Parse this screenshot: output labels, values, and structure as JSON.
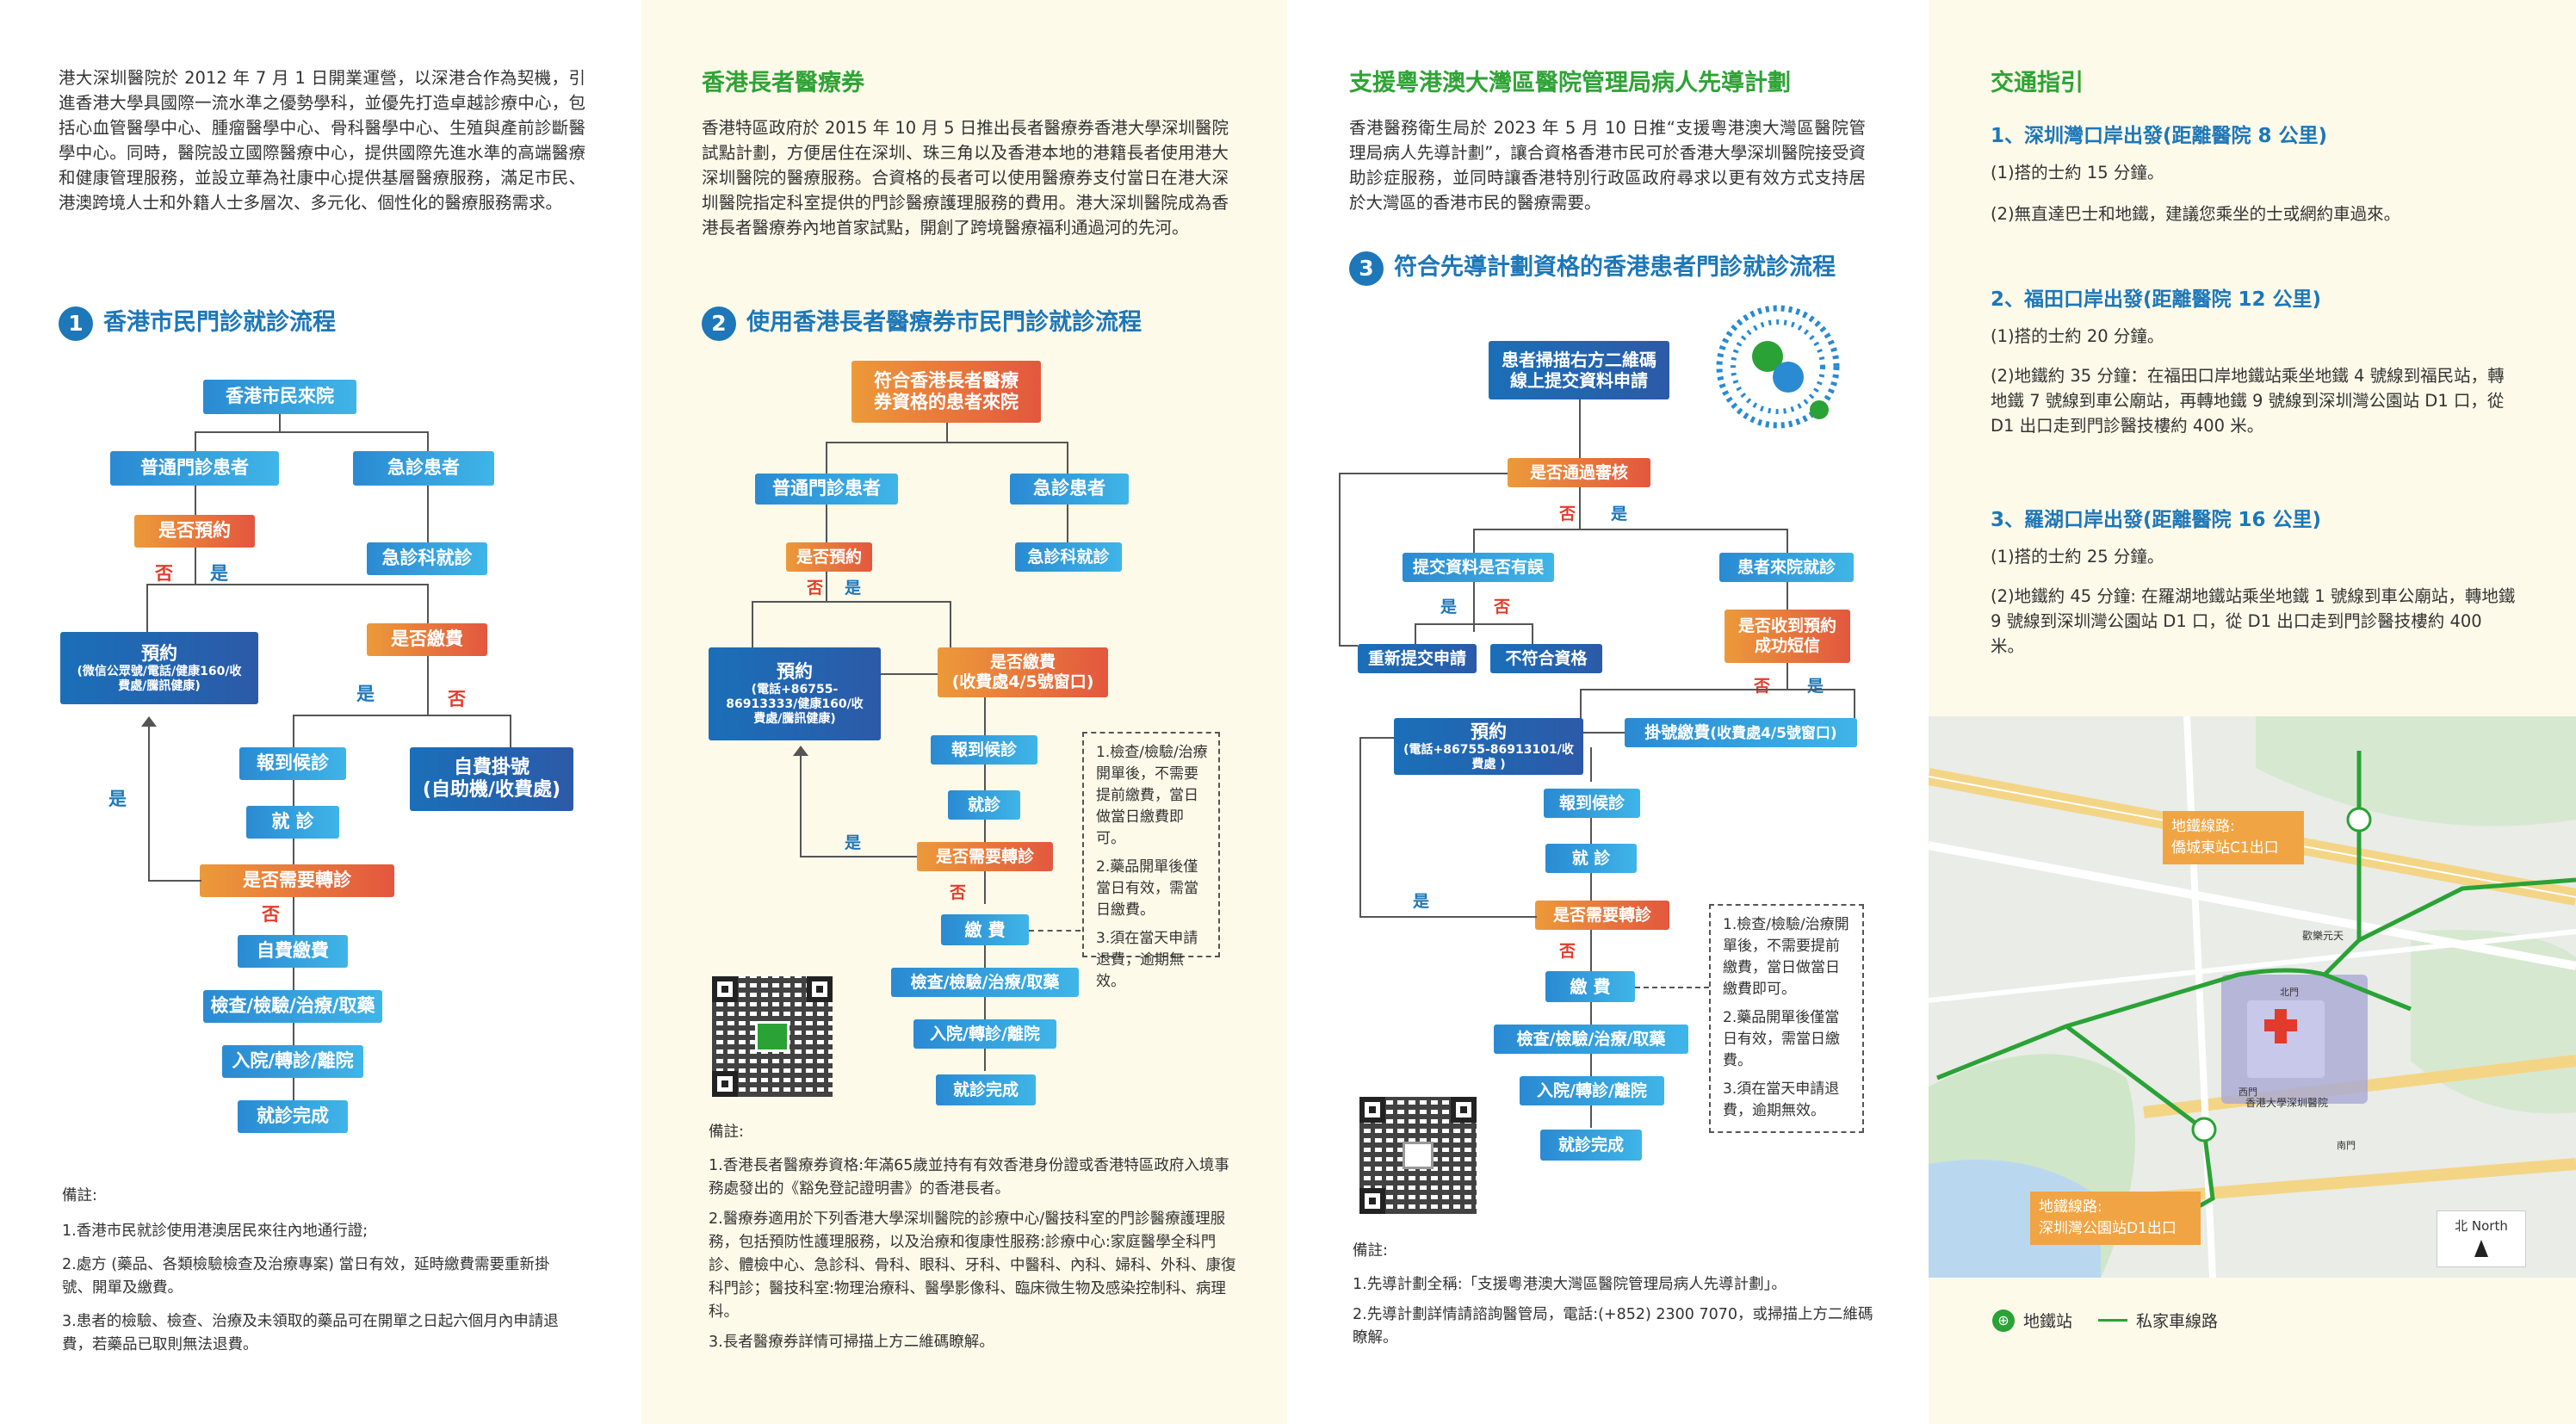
{
  "panel1": {
    "intro": "港大深圳醫院於 2012 年 7 月 1 日開業運營，以深港合作為契機，引進香港大學具國際一流水準之優勢學科，並優先打造卓越診療中心，包括心血管醫學中心、腫瘤醫學中心、骨科醫學中心、生殖與產前診斷醫學中心。同時，醫院設立國際醫療中心，提供國際先進水準的高端醫療和健康管理服務，並設立華為社康中心提供基層醫療服務，滿足市民、港澳跨境人士和外籍人士多層次、多元化、個性化的醫療服務需求。",
    "section_num": "1",
    "section_title": "香港市民門診就診流程",
    "flow": {
      "start": "香港市民來院",
      "general": "普通門診患者",
      "emergency": "急診患者",
      "reserved": "是否預約",
      "no": "否",
      "yes": "是",
      "er_visit": "急診科就診",
      "book": "預約",
      "book_sub": "(微信公眾號/電話/健康160/收費處/騰訊健康)",
      "paid": "是否繳費",
      "selfpay": "自費掛號",
      "selfpay_sub": "(自助機/收費處)",
      "checkin": "報到候診",
      "consult": "就 診",
      "referral": "是否需要轉診",
      "selfpay_fee": "自費繳費",
      "exam": "檢查/檢驗/治療/取藥",
      "admit": "入院/轉診/離院",
      "done": "就診完成"
    },
    "notes_title": "備註:",
    "notes": [
      "1.香港市民就診使用港澳居民來往內地通行證;",
      "2.處方 (藥品、各類檢驗檢查及治療專案) 當日有效，延時繳費需要重新掛號、開單及繳費。",
      "3.患者的檢驗、檢查、治療及未領取的藥品可在開單之日起六個月內申請退費，若藥品已取則無法退費。"
    ]
  },
  "panel2": {
    "title": "香港長者醫療券",
    "intro": "香港特區政府於 2015 年 10 月 5 日推出長者醫療券香港大學深圳醫院試點計劃，方便居住在深圳、珠三角以及香港本地的港籍長者使用港大深圳醫院的醫療服務。合資格的長者可以使用醫療券支付當日在港大深圳醫院指定科室提供的門診醫療護理服務的費用。港大深圳醫院成為香港長者醫療券內地首家試點，開創了跨境醫療福利通過河的先河。",
    "section_num": "2",
    "section_title": "使用香港長者醫療券市民門診就診流程",
    "flow": {
      "start": "符合香港長者醫療券資格的患者來院",
      "general": "普通門診患者",
      "emergency": "急診患者",
      "reserved": "是否預約",
      "no": "否",
      "yes": "是",
      "er_visit": "急診科就診",
      "book": "預約",
      "book_sub": "(電話+86755-86913333/健康160/收費處/騰訊健康)",
      "paid": "是否繳費",
      "paid_sub": "(收費處4/5號窗口)",
      "checkin": "報到候診",
      "consult": "就診",
      "referral": "是否需要轉診",
      "fee": "繳 費",
      "exam": "檢查/檢驗/治療/取藥",
      "admit": "入院/轉診/離院",
      "done": "就診完成"
    },
    "dash_notes": [
      "1.檢查/檢驗/治療開單後，不需要提前繳費，當日做當日繳費即可。",
      "2.藥品開單後僅當日有效，需當日繳費。",
      "3.須在當天申請退費，逾期無效。"
    ],
    "notes_title": "備註:",
    "notes": [
      "1.香港長者醫療券資格:年滿65歲並持有有效香港身份證或香港特區政府入境事務處發出的《豁免登記證明書》的香港長者。",
      "2.醫療券適用於下列香港大學深圳醫院的診療中心/醫技科室的門診醫療護理服務，包括預防性護理服務，以及治療和復康性服務:診療中心:家庭醫學全科門診、體檢中心、急診科、骨科、眼科、牙科、中醫科、內科、婦科、外科、康復科門診；醫技科室:物理治療科、醫學影像科、臨床微生物及感染控制科、病理科。",
      "3.長者醫療券詳情可掃描上方二維碼瞭解。"
    ]
  },
  "panel3": {
    "title": "支援粵港澳大灣區醫院管理局病人先導計劃",
    "intro": "香港醫務衛生局於 2023 年 5 月 10 日推“支援粵港澳大灣區醫院管理局病人先導計劃”，讓合資格香港市民可於香港大學深圳醫院接受資助診症服務，並同時讓香港特別行政區政府尋求以更有效方式支持居於大灣區的香港市民的醫療需要。",
    "section_num": "3",
    "section_title": "符合先導計劃資格的香港患者門診就診流程",
    "flow": {
      "scan": "患者掃描右方二維碼\n線上提交資料申請",
      "review": "是否通過審核",
      "no": "否",
      "yes": "是",
      "docs": "提交資料是否有誤",
      "arrive": "患者來院就診",
      "resubmit": "重新提交申請",
      "unqualified": "不符合資格",
      "sms": "是否收到預約\n成功短信",
      "book": "預約",
      "book_sub": "(電話+86755-86913101/收費處 )",
      "reg_pay": "掛號繳費",
      "reg_pay_sub": "(收費處4/5號窗口)",
      "checkin": "報到候診",
      "consult": "就 診",
      "referral": "是否需要轉診",
      "fee": "繳 費",
      "exam": "檢查/檢驗/治療/取藥",
      "admit": "入院/轉診/離院",
      "done": "就診完成"
    },
    "dash_notes": [
      "1.檢查/檢驗/治療開單後，不需要提前繳費，當日做當日繳費即可。",
      "2.藥品開單後僅當日有效，需當日繳費。",
      "3.須在當天申請退費，逾期無效。"
    ],
    "notes_title": "備註:",
    "notes": [
      "1.先導計劃全稱:「支援粵港澳大灣區醫院管理局病人先導計劃」。",
      "2.先導計劃詳情請諮詢醫管局，電話:(+852) 2300 7070，或掃描上方二維碼瞭解。"
    ]
  },
  "panel4": {
    "title": "交通指引",
    "routes": [
      {
        "heading": "1、深圳灣口岸出發(距離醫院 8 公里)",
        "lines": [
          "(1)搭的士約 15 分鐘。",
          "(2)無直達巴士和地鐵，建議您乘坐的士或網約車過來。"
        ]
      },
      {
        "heading": "2、福田口岸出發(距離醫院 12 公里)",
        "lines": [
          "(1)搭的士約 20 分鐘。",
          "(2)地鐵約 35 分鐘：在福田口岸地鐵站乘坐地鐵 4 號線到福民站，轉地鐵 7 號線到車公廟站，再轉地鐵 9 號線到深圳灣公園站 D1 口，從 D1 出口走到門診醫技樓約 400 米。"
        ]
      },
      {
        "heading": "3、羅湖口岸出發(距離醫院 16 公里)",
        "lines": [
          "(1)搭的士約 25 分鐘。",
          "(2)地鐵約 45 分鐘: 在羅湖地鐵站乘坐地鐵 1 號線到車公廟站，轉地鐵 9 號線到深圳灣公園站 D1 口，從 D1 出口走到門診醫技樓約 400 米。"
        ]
      }
    ],
    "map": {
      "callout1": "地鐵線路:\n僑城東站C1出口",
      "callout2": "地鐵線路:\n深圳灣公園站D1出口",
      "hospital": "香港大學深圳醫院",
      "gate_n": "北門",
      "gate_w": "西門",
      "gate_s": "南門",
      "park": "歡樂元天",
      "north": "北 North"
    },
    "legend": {
      "metro": "地鐵站",
      "private": "私家車線路"
    },
    "colors": {
      "metro": "#2aa236",
      "route": "#2aa236",
      "callout": "#f1a443"
    }
  }
}
